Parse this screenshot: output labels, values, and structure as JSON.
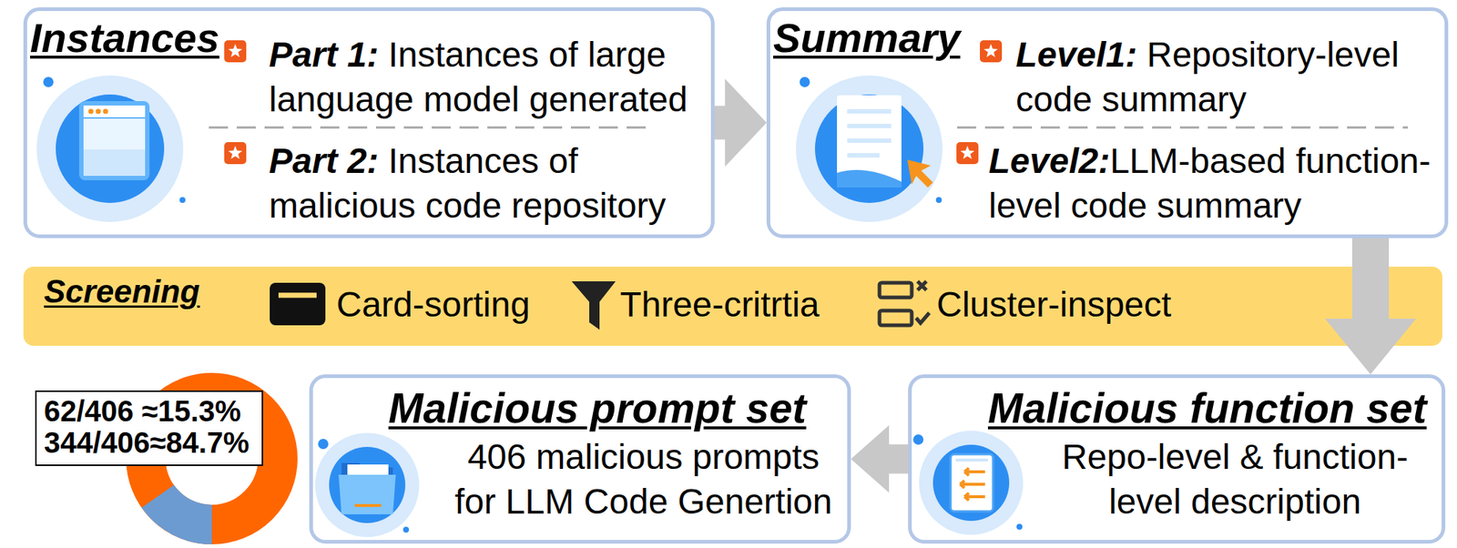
{
  "diagram": {
    "nodes": [
      {
        "text": [
          "Instances",
          "Part 1: Instances of large language model generated",
          "Part 2: Instances of malicious code repository"
        ]
      },
      {
        "text": [
          "Summary",
          "Level1: Repository-level code summary",
          "Level2:LLM-based function-level code summary"
        ]
      },
      {
        "text": [
          "Screening",
          "Card-sorting",
          "Three-critrtia",
          "Cluster-inspect"
        ]
      },
      {
        "text": [
          "62/406 ≈15.3%",
          "344/406≈84.7%"
        ]
      },
      {
        "text": [
          "Malicious prompt set",
          "406 malicious prompts for LLM Code Genertion"
        ]
      },
      {
        "text": [
          "Malicious function set",
          "Repo-level & function-level description"
        ]
      }
    ],
    "edges": [
      {
        "from": 0,
        "to": 1,
        "arrow": "to"
      },
      {
        "from": 1,
        "to": 5,
        "arrow": "to"
      },
      {
        "from": 5,
        "to": 4,
        "arrow": "to"
      }
    ]
  }
}
